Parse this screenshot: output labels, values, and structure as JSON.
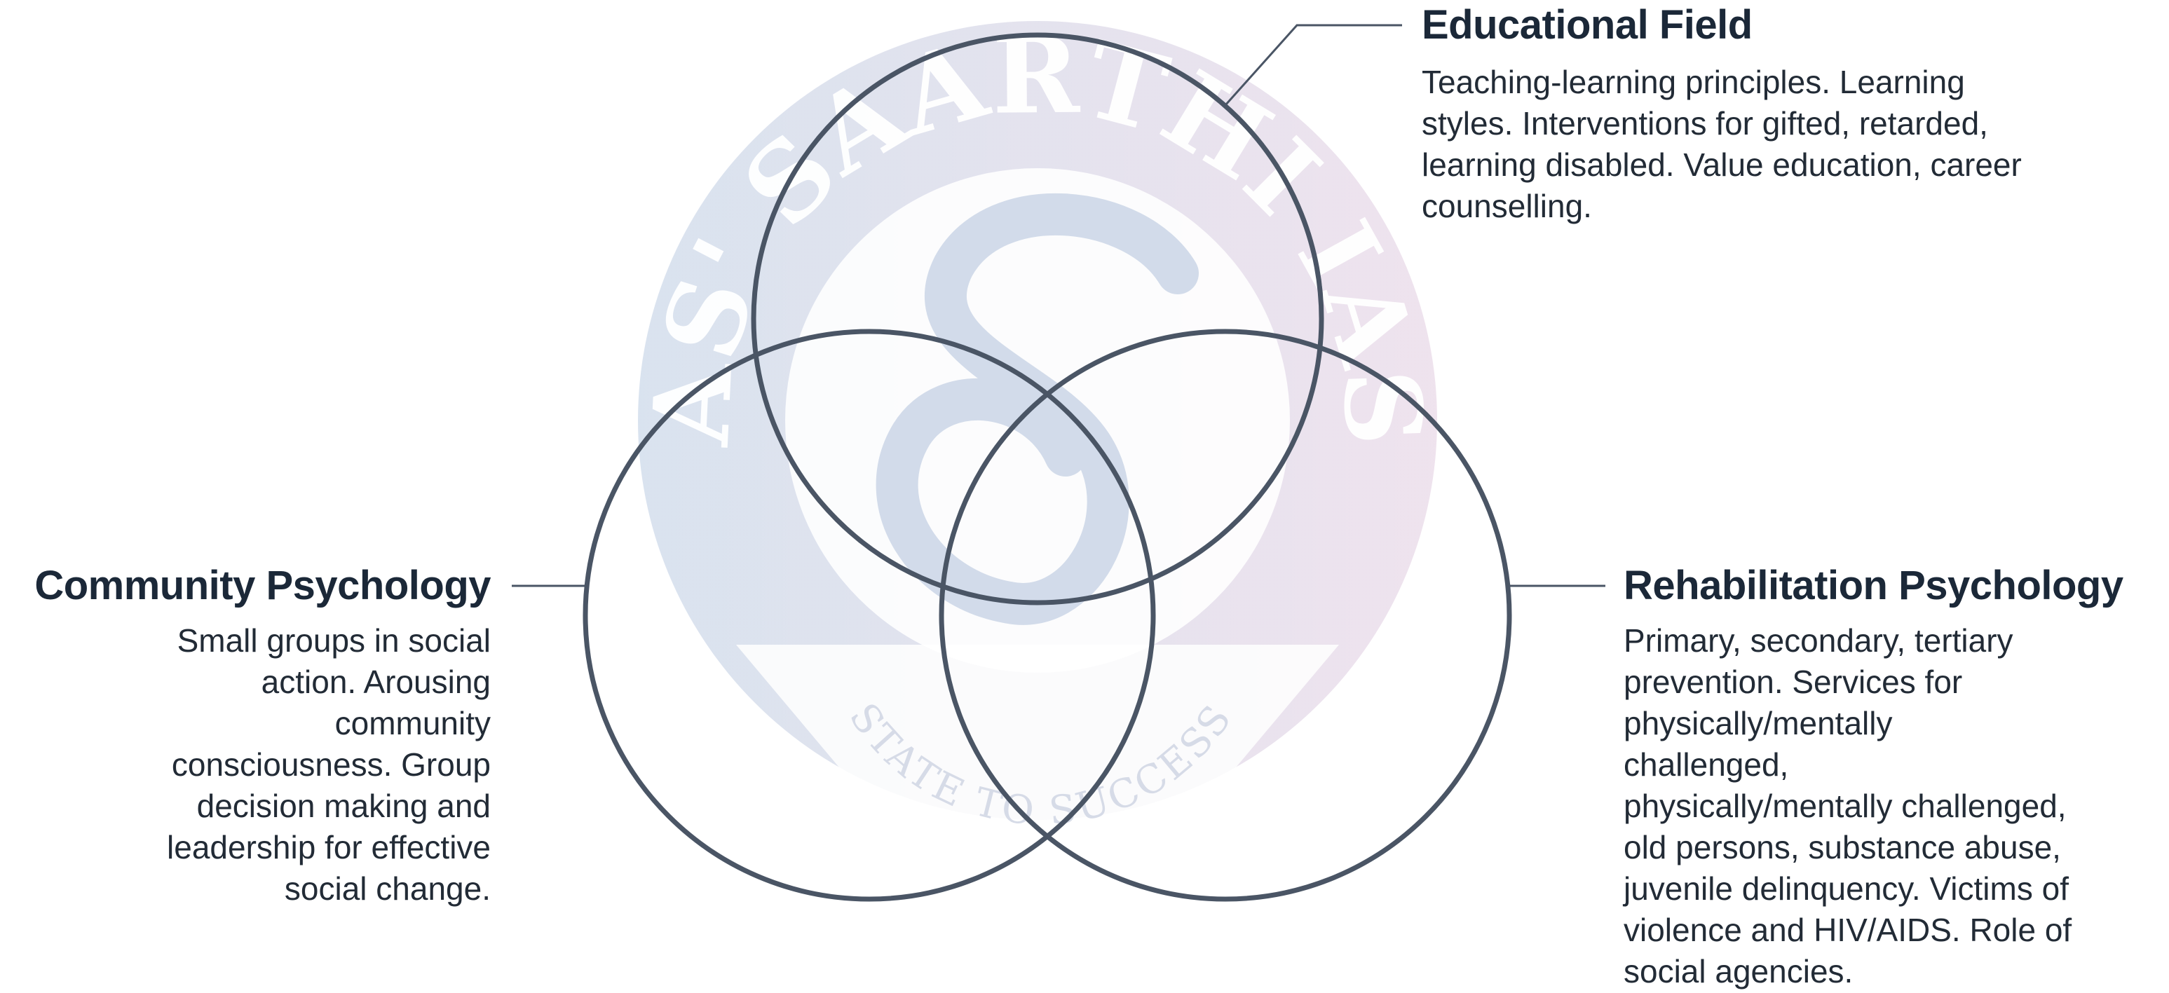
{
  "watermark": {
    "arc_text": "AS' SAARTHI IAS",
    "tagline": "STATE TO SUCCESS",
    "colors": {
      "blue": "#b7c9e0",
      "purple": "#e0c9de",
      "mono": "#c7cfdd"
    }
  },
  "circle_stroke": "#4a5565",
  "sections": {
    "educational": {
      "title": "Educational Field",
      "lines": [
        "Teaching-learning principles. Learning",
        "styles. Interventions for gifted, retarded,",
        "learning disabled. Value education, career",
        "counselling."
      ]
    },
    "community": {
      "title": "Community Psychology",
      "lines": [
        "Small groups in social",
        "action. Arousing",
        "community",
        "consciousness. Group",
        "decision making and",
        "leadership for effective",
        "social change."
      ]
    },
    "rehabilitation": {
      "title": "Rehabilitation Psychology",
      "lines": [
        "Primary, secondary, tertiary",
        "prevention. Services for",
        "physically/mentally",
        "challenged,",
        "physically/mentally challenged,",
        "old persons, substance abuse,",
        "juvenile delinquency. Victims of",
        "violence and HIV/AIDS. Role of",
        "social agencies."
      ]
    }
  }
}
